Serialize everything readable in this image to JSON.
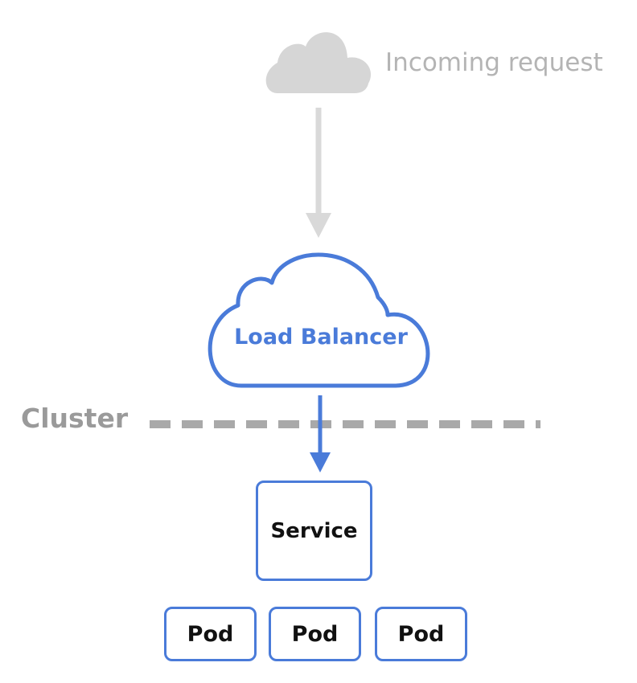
{
  "incoming": {
    "label": "Incoming request",
    "icon": "cloud-icon",
    "color": "#d6d6d6"
  },
  "load_balancer": {
    "label": "Load Balancer",
    "icon": "cloud-outline-icon",
    "color": "#4a7bd9"
  },
  "cluster": {
    "label": "Cluster",
    "color": "#a9a9a9"
  },
  "service": {
    "label": "Service"
  },
  "pods": [
    {
      "label": "Pod"
    },
    {
      "label": "Pod"
    },
    {
      "label": "Pod"
    }
  ],
  "colors": {
    "accent": "#4a7bd9",
    "muted_arrow": "#d6d6d6",
    "text_dark": "#111111"
  }
}
